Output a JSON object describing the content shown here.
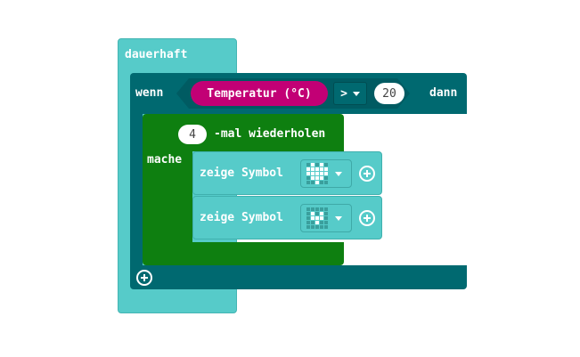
{
  "forever": {
    "label": "dauerhaft"
  },
  "if_block": {
    "label_if": "wenn",
    "label_then": "dann",
    "sensor": "Temperatur (°C)",
    "operator": ">",
    "value": "20"
  },
  "repeat": {
    "count": "4",
    "label": "-mal wiederholen",
    "do_label": "mache"
  },
  "show_icons": [
    {
      "label": "zeige Symbol",
      "icon": "heart",
      "leds": [
        0,
        1,
        0,
        1,
        0,
        1,
        1,
        1,
        1,
        1,
        1,
        1,
        1,
        1,
        1,
        0,
        1,
        1,
        1,
        0,
        0,
        0,
        1,
        0,
        0
      ]
    },
    {
      "label": "zeige Symbol",
      "icon": "small-heart",
      "leds": [
        0,
        0,
        0,
        0,
        0,
        0,
        1,
        0,
        1,
        0,
        0,
        1,
        1,
        1,
        0,
        0,
        0,
        1,
        0,
        0,
        0,
        0,
        0,
        0,
        0
      ]
    }
  ],
  "colors": {
    "forever": "#56cbc9",
    "logic": "#006970",
    "loop": "#0e7f10",
    "sensor": "#c20075"
  }
}
